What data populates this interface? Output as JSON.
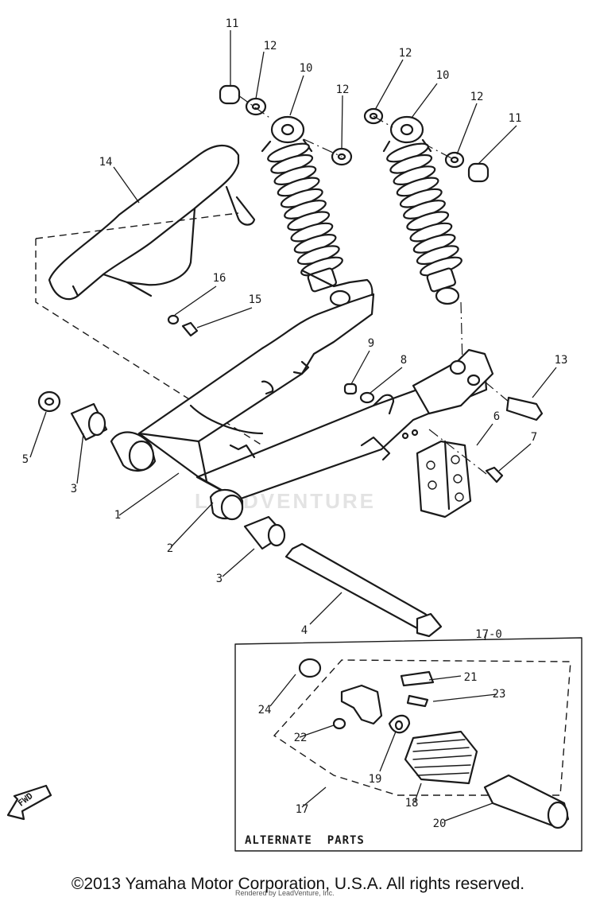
{
  "callouts": [
    {
      "id": "c-11-left",
      "text": "11"
    },
    {
      "id": "c-12-top-left",
      "text": "12"
    },
    {
      "id": "c-10-left",
      "text": "10"
    },
    {
      "id": "c-12-left-mid",
      "text": "12"
    },
    {
      "id": "c-12-top-right",
      "text": "12"
    },
    {
      "id": "c-10-right",
      "text": "10"
    },
    {
      "id": "c-12-right-mid",
      "text": "12"
    },
    {
      "id": "c-11-right",
      "text": "11"
    },
    {
      "id": "c-14",
      "text": "14"
    },
    {
      "id": "c-16",
      "text": "16"
    },
    {
      "id": "c-15",
      "text": "15"
    },
    {
      "id": "c-9",
      "text": "9"
    },
    {
      "id": "c-8",
      "text": "8"
    },
    {
      "id": "c-13",
      "text": "13"
    },
    {
      "id": "c-6",
      "text": "6"
    },
    {
      "id": "c-7",
      "text": "7"
    },
    {
      "id": "c-5",
      "text": "5"
    },
    {
      "id": "c-3-left",
      "text": "3"
    },
    {
      "id": "c-1",
      "text": "1"
    },
    {
      "id": "c-2",
      "text": "2"
    },
    {
      "id": "c-3-bottom",
      "text": "3"
    },
    {
      "id": "c-4",
      "text": "4"
    },
    {
      "id": "c-17-0",
      "text": "17-0"
    },
    {
      "id": "c-21",
      "text": "21"
    },
    {
      "id": "c-23",
      "text": "23"
    },
    {
      "id": "c-24",
      "text": "24"
    },
    {
      "id": "c-22",
      "text": "22"
    },
    {
      "id": "c-19",
      "text": "19"
    },
    {
      "id": "c-18",
      "text": "18"
    },
    {
      "id": "c-17",
      "text": "17"
    },
    {
      "id": "c-20",
      "text": "20"
    }
  ],
  "alternate_parts_label": "ALTERNATE  PARTS",
  "fwd_label": "FWD",
  "watermark": "LEADVENTURE",
  "copyright": "©2013 Yamaha Motor Corporation, U.S.A. All rights reserved.",
  "rendered_by": "Rendered by LeadVenture, Inc."
}
